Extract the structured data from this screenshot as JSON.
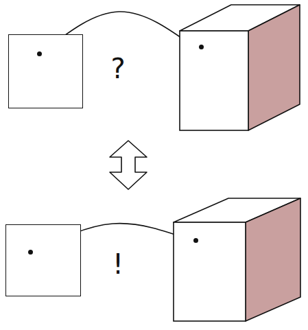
{
  "diagram": {
    "nodes": [
      {
        "text": []
      },
      {
        "text": []
      },
      {
        "text": []
      },
      {
        "text": []
      }
    ],
    "edges": [
      {
        "from": 0,
        "to": 1,
        "arrow": "to",
        "label": "?"
      },
      {
        "from": 3,
        "to": 2,
        "arrow": "to",
        "label": "!"
      }
    ]
  }
}
